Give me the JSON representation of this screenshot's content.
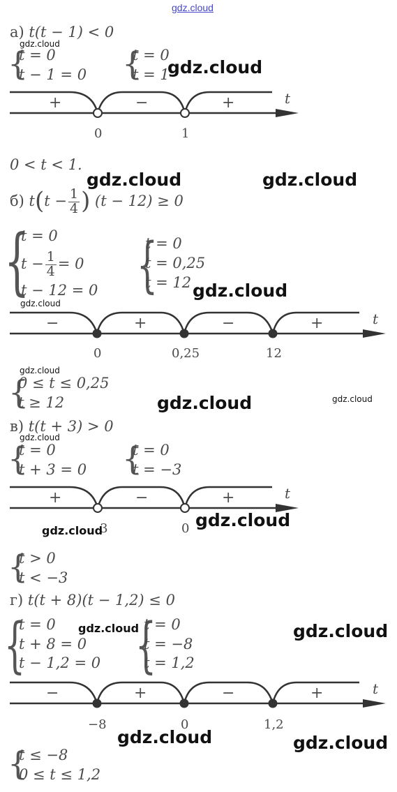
{
  "watermarks": {
    "top": "gdz.cloud",
    "text": "gdz.cloud"
  },
  "part_a": {
    "label": "а)",
    "inequality": "t(t − 1) < 0",
    "system1": [
      "t = 0",
      "t − 1 = 0"
    ],
    "system2": [
      "t = 0",
      "t = 1"
    ],
    "signs": [
      "+",
      "−",
      "+"
    ],
    "points": [
      "0",
      "1"
    ],
    "point_style": "open",
    "axis_var": "t",
    "answer": "0 < t < 1."
  },
  "part_b": {
    "label": "б)",
    "inequality_prefix": "t",
    "inequality_inner": "t −",
    "frac_num": "1",
    "frac_den": "4",
    "inequality_suffix": "(t − 12) ≥ 0",
    "system1": [
      "t = 0",
      "t −",
      "= 0",
      "t − 12 = 0"
    ],
    "system2": [
      "t = 0",
      "t = 0,25",
      "t = 12"
    ],
    "signs": [
      "−",
      "+",
      "−",
      "+"
    ],
    "points": [
      "0",
      "0,25",
      "12"
    ],
    "point_style": "filled",
    "axis_var": "t",
    "answer": [
      "0 ≤ t ≤ 0,25",
      "t ≥ 12"
    ]
  },
  "part_v": {
    "label": "в)",
    "inequality": "t(t + 3) > 0",
    "system1": [
      "t = 0",
      "t + 3 = 0"
    ],
    "system2": [
      "t = 0",
      "t = −3"
    ],
    "signs": [
      "+",
      "−",
      "+"
    ],
    "points": [
      "−3",
      "0"
    ],
    "point_style": "open",
    "axis_var": "t",
    "answer": [
      "t > 0",
      "t < −3"
    ]
  },
  "part_g": {
    "label": "г)",
    "inequality": "t(t + 8)(t − 1,2) ≤ 0",
    "system1": [
      "t = 0",
      "t + 8 = 0",
      "t − 1,2 = 0"
    ],
    "system2": [
      "t = 0",
      "t = −8",
      "t = 1,2"
    ],
    "signs": [
      "−",
      "+",
      "−",
      "+"
    ],
    "points": [
      "−8",
      "0",
      "1,2"
    ],
    "point_style": "filled",
    "axis_var": "t",
    "answer": [
      "t ≤ −8",
      "0 ≤ t ≤ 1,2"
    ]
  }
}
